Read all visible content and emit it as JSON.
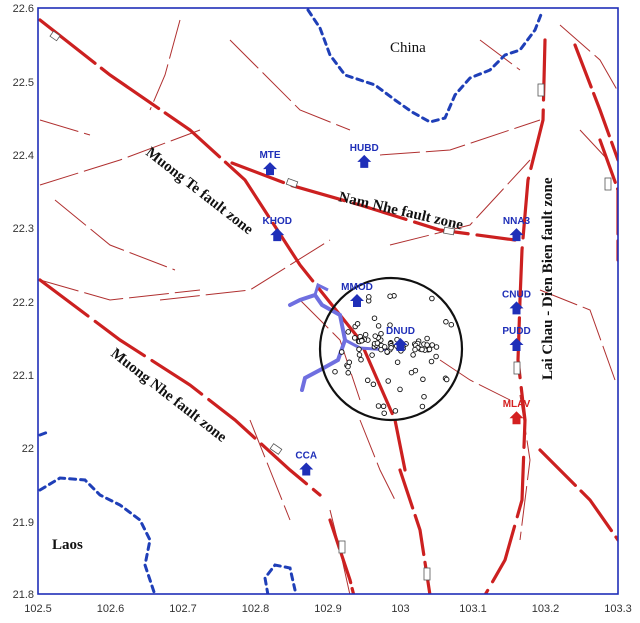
{
  "map": {
    "x_ticks": [
      "102.5",
      "102.6",
      "102.7",
      "102.8",
      "102.9",
      "103",
      "103.1",
      "103.2",
      "103.3"
    ],
    "y_ticks": [
      "22.6",
      "22.5",
      "22.4",
      "22.3",
      "22.2",
      "22.1",
      "22",
      "21.9",
      "21.8"
    ],
    "countries": [
      {
        "name": "China"
      },
      {
        "name": "Laos"
      }
    ],
    "fault_zones": [
      {
        "name": "Muong Te fault zone"
      },
      {
        "name": "Nam Nhe fault zone"
      },
      {
        "name": "Lai Chau - Dien Bien fault zone"
      },
      {
        "name": "Muong Nhe fault zone"
      }
    ],
    "stations": [
      {
        "code": "MTE",
        "lon": 102.82,
        "lat": 22.38,
        "color": "#1f2fb8"
      },
      {
        "code": "HUBD",
        "lon": 102.95,
        "lat": 22.39,
        "color": "#1f2fb8"
      },
      {
        "code": "KHOD",
        "lon": 102.83,
        "lat": 22.29,
        "color": "#1f2fb8"
      },
      {
        "code": "NNA3",
        "lon": 103.16,
        "lat": 22.29,
        "color": "#1f2fb8"
      },
      {
        "code": "MMOD",
        "lon": 102.94,
        "lat": 22.2,
        "color": "#1f2fb8"
      },
      {
        "code": "CNUD",
        "lon": 103.16,
        "lat": 22.19,
        "color": "#1f2fb8"
      },
      {
        "code": "DNUD",
        "lon": 103.0,
        "lat": 22.14,
        "color": "#1f2fb8"
      },
      {
        "code": "PUDD",
        "lon": 103.16,
        "lat": 22.14,
        "color": "#1f2fb8"
      },
      {
        "code": "MLAV",
        "lon": 103.16,
        "lat": 22.04,
        "color": "#d42020"
      },
      {
        "code": "CCA",
        "lon": 102.87,
        "lat": 21.97,
        "color": "#1f2fb8"
      }
    ],
    "colors": {
      "major_fault": "#cc2020",
      "minor_fault": "#b03030",
      "border": "#1f3fb8",
      "river": "#6f6fe0",
      "station_blue": "#1f2fb8",
      "station_red": "#d42020"
    }
  }
}
